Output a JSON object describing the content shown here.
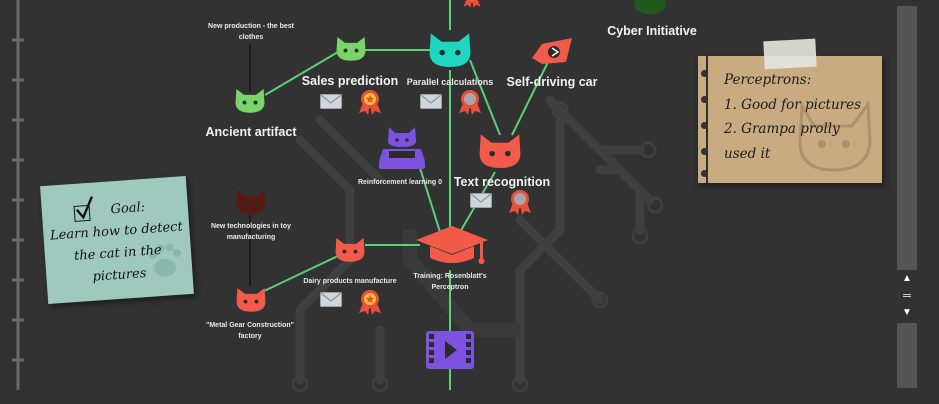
{
  "map": {
    "top_right_label": "Cyber Initiative",
    "nodes": {
      "new_production": "New production - the best clothes",
      "sales_prediction": "Sales prediction",
      "parallel_calculations": "Parallel calculations",
      "self_driving_car": "Self-driving car",
      "ancient_artifact": "Ancient artifact",
      "reinforcement_learning": "Reinforcement learning 0",
      "text_recognition": "Text recognition",
      "new_technologies": "New technologies in toy manufacturing",
      "dairy_products": "Dairy products manufacture",
      "training": "Training: Rosenblatt's Perceptron",
      "metal_gear": "\"Metal Gear Construction\" factory"
    }
  },
  "notes": {
    "goal": [
      "Goal:",
      "Learn how to detect",
      "the cat in the",
      "pictures"
    ],
    "perceptrons": [
      "Perceptrons:",
      "1. Good for pictures",
      "2. Grampa prolly",
      "used it"
    ]
  },
  "icons": {
    "cat_head": "cat-head-icon",
    "envelope": "envelope-icon",
    "award": "award-ribbon-icon",
    "graduation_cap": "graduation-cap-icon",
    "video": "video-play-icon",
    "car_cat": "car-cat-icon",
    "flag": "flag-icon"
  },
  "colors": {
    "background": "#323232",
    "circuit": "#3f3f3f",
    "link_green": "#5bd07a",
    "cat_green": "#7ad46a",
    "cat_teal": "#1fd6c0",
    "cat_red": "#f25a4a",
    "cat_darkred": "#5a1a14",
    "cat_purple": "#7d52e0",
    "award_gold": "#f2c12e",
    "award_red": "#e8503d",
    "goal_note": "#9fc9bf",
    "perceptron_note": "#c9ab82"
  },
  "scrollbar": {
    "up": "▲",
    "grip": "═",
    "down": "▼"
  }
}
